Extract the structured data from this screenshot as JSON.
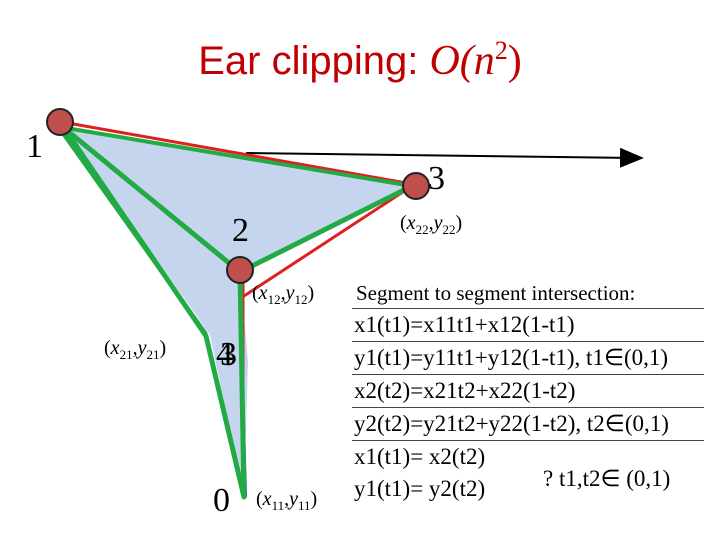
{
  "title": {
    "text": "Ear clipping: ",
    "math_prefix": "O(",
    "math_var": "n",
    "math_exp": "2",
    "math_suffix": ")"
  },
  "colors": {
    "title": "#c00000",
    "polygon_fill": "#c5d5ee",
    "edge_green": "#22aa44",
    "edge_red": "#e02020",
    "vertex_fill": "#c0504d",
    "ray": "#000000"
  },
  "vertices": [
    "1",
    "3",
    "2",
    "4",
    "3",
    "0"
  ],
  "coord_labels": {
    "p22": {
      "v": "x",
      "s1": "22",
      "c": ",",
      "v2": "y",
      "s2": "22",
      "pre": "(",
      "post": ")"
    },
    "p12": {
      "v": "x",
      "s1": "12",
      "c": ",",
      "v2": "y",
      "s2": "12",
      "pre": "(",
      "post": ")"
    },
    "p21": {
      "v": "x",
      "s1": "21",
      "c": ",",
      "v2": "y",
      "s2": "21",
      "pre": "(",
      "post": ")"
    },
    "p11": {
      "v": "x",
      "s1": "11",
      "c": ",",
      "v2": "y",
      "s2": "11",
      "pre": "(",
      "post": ")"
    }
  },
  "panel": {
    "heading": "Segment to segment intersection:",
    "eq1": "x1(t1)=x11t1+x12(1-t1)",
    "eq2": "y1(t1)=y11t1+y12(1-t1), t1∈(0,1)",
    "eq3": "x2(t2)=x21t2+x22(1-t2)",
    "eq4": "y2(t2)=y21t2+y22(1-t2), t2∈(0,1)",
    "eq5": "x1(t1)= x2(t2)",
    "eq6": "y1(t1)= y2(t2)",
    "question": "? t1,t2∈ (0,1)"
  }
}
